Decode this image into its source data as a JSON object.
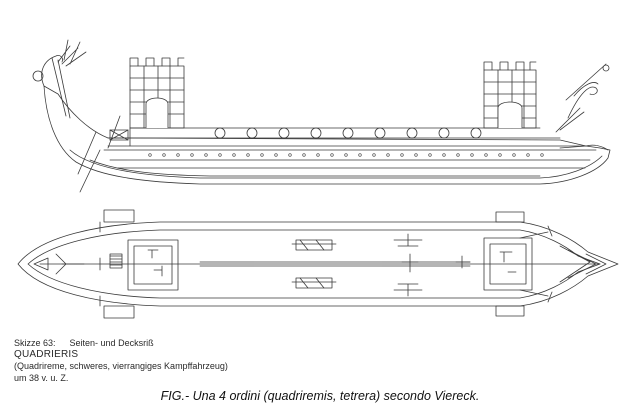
{
  "legend": {
    "sketch_no": "Skizze 63:",
    "sketch_title": "Seiten- und Decksriß",
    "ship_name": "QUADRIERIS",
    "description": "(Quadrireme, schweres, vierrangiges Kampffahrzeug)",
    "date": "um 38 v. u. Z."
  },
  "caption": "FIG.- Una 4 ordini (quadriremis, tetrera) secondo Viereck.",
  "colors": {
    "ink": "#333333",
    "background": "#ffffff",
    "caption": "#111111"
  }
}
